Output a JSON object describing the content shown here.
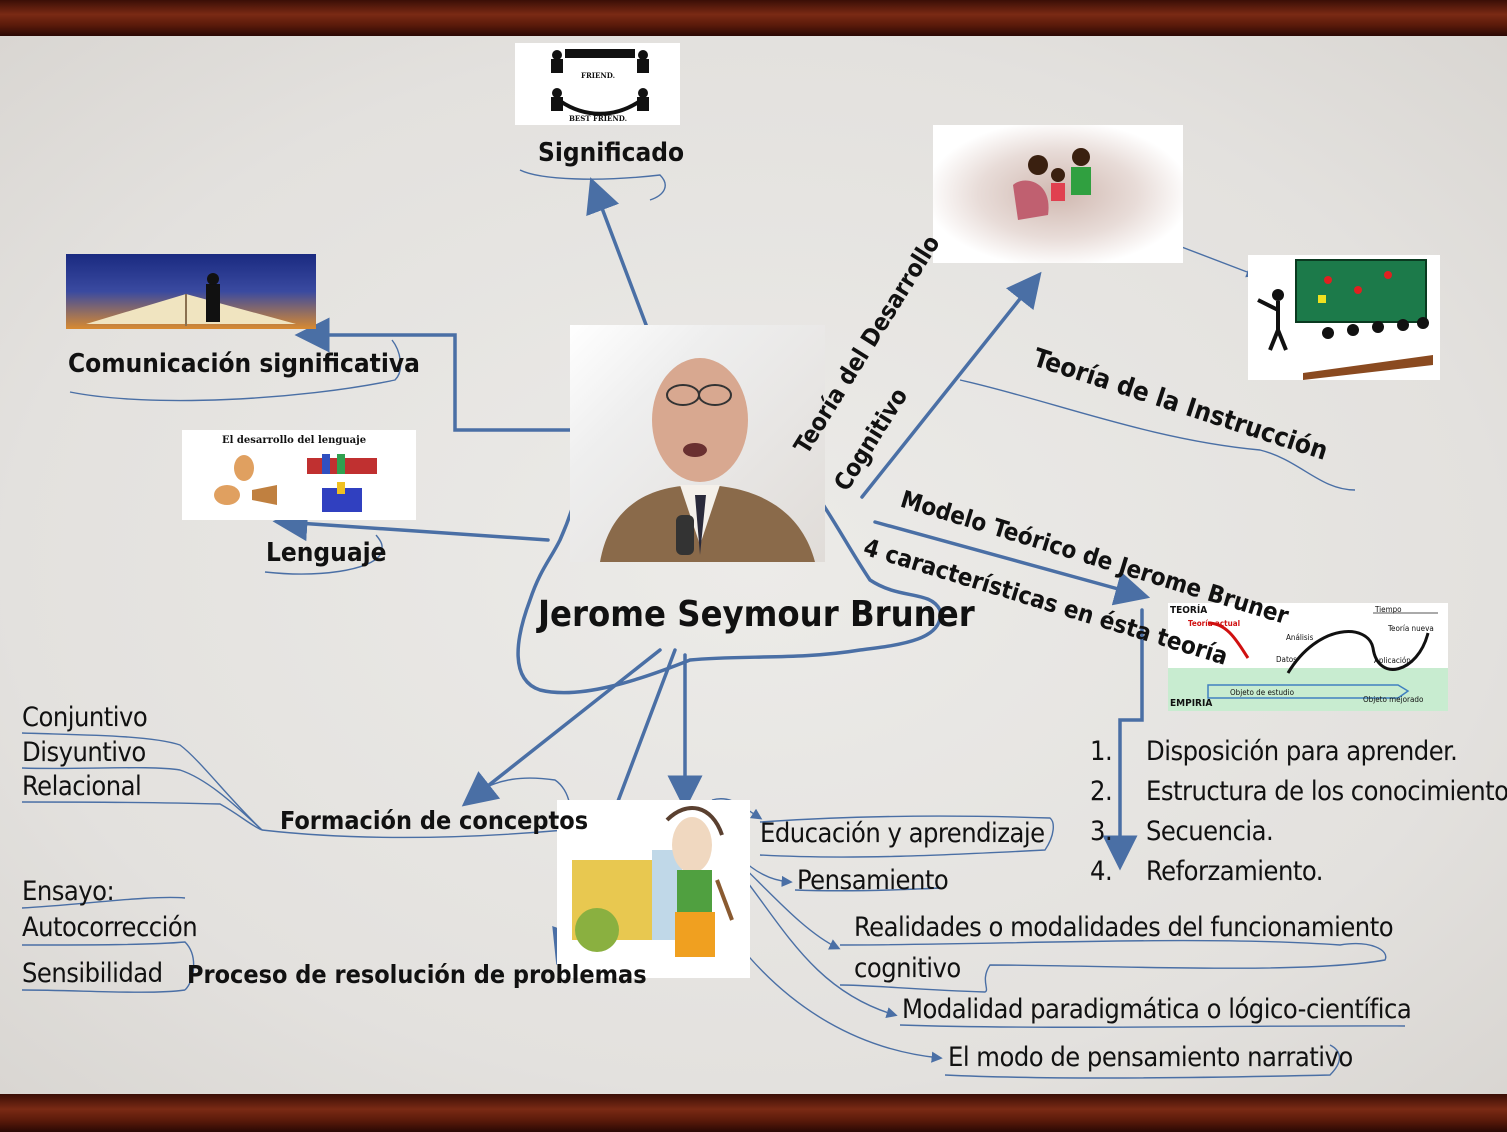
{
  "center": {
    "title": "Jerome Seymour Bruner"
  },
  "branches": {
    "significado": "Significado",
    "comunicacion": "Comunicación significativa",
    "lenguaje": "Lenguaje",
    "teoria_desarrollo_1": "Teoría del Desarrollo",
    "teoria_desarrollo_2": "Cognitivo",
    "teoria_instruccion": "Teoría de la Instrucción",
    "modelo_teorico": "Modelo Teórico de Jerome Bruner",
    "caracteristicas": "4 características en ésta teoría",
    "formacion_conceptos": "Formación de conceptos",
    "resolucion_problemas": "Proceso de resolución de problemas"
  },
  "concept_types": [
    "Conjuntivo",
    "Disyuntivo",
    "Relacional"
  ],
  "problem_steps": {
    "ensayo": "Ensayo:",
    "autocorreccion": "Autocorrección",
    "sensibilidad": "Sensibilidad"
  },
  "characteristics": [
    {
      "num": "1.",
      "text": "Disposición para aprender."
    },
    {
      "num": "2.",
      "text": "Estructura de los conocimientos"
    },
    {
      "num": "3.",
      "text": "Secuencia."
    },
    {
      "num": "4.",
      "text": "Reforzamiento."
    }
  ],
  "education": {
    "educacion": "Educación y aprendizaje",
    "pensamiento": "Pensamiento",
    "realidades_1": "Realidades o modalidades del funcionamiento",
    "realidades_2": "cognitivo",
    "paradigmatica": "Modalidad paradigmática o lógico-científica",
    "narrativo": "El modo de pensamiento narrativo"
  },
  "images": {
    "friends_1": "FRIEND.",
    "friends_2": "BEST FRIEND.",
    "lenguaje_title": "El desarrollo del lenguaje",
    "teoria_chart": {
      "teoria": "TEORÍA",
      "empiria": "EMPIRIA",
      "teoria_actual": "Teoría actual",
      "tiempo": "Tiempo",
      "analisis": "Análisis",
      "teoria_nueva": "Teoría nueva",
      "datos": "Datos",
      "aplicacion": "Aplicación",
      "objeto_estudio": "Objeto de estudio",
      "objeto_mejorado": "Objeto mejorado"
    }
  },
  "colors": {
    "arrow": "#4a6fa5",
    "frame": "#5a1a0a",
    "text": "#111111"
  }
}
